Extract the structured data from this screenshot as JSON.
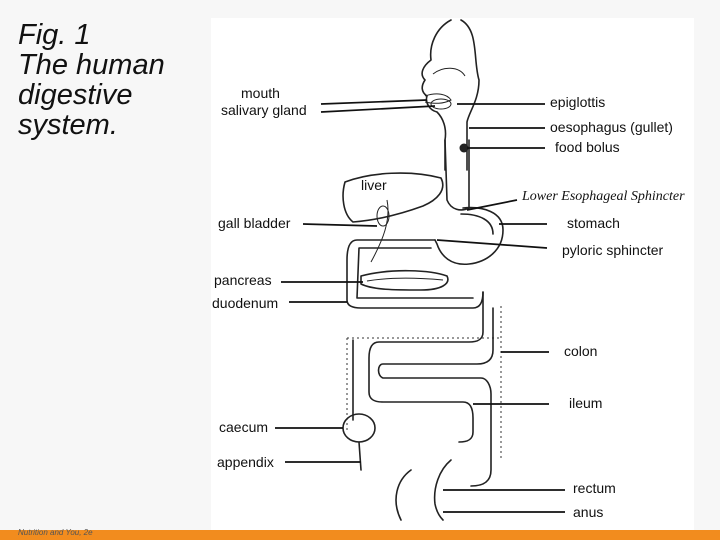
{
  "title_lines": [
    "Fig. 1",
    "The human",
    "digestive",
    "system."
  ],
  "footer": {
    "left": "Nutrition and You, 2e",
    "right": ""
  },
  "colors": {
    "accent_bar": "#f28c1e",
    "panel": "#ffffff",
    "background": "#f7f7f7"
  },
  "labels": {
    "mouth": "mouth",
    "salivary_gland": "salivary gland",
    "epiglottis": "epiglottis",
    "oesophagus": "oesophagus (gullet)",
    "food_bolus": "food bolus",
    "liver": "liver",
    "les": "Lower Esophageal Sphincter",
    "gall_bladder": "gall bladder",
    "stomach": "stomach",
    "pyloric_sphincter": "pyloric sphincter",
    "pancreas": "pancreas",
    "duodenum": "duodenum",
    "colon": "colon",
    "ileum": "ileum",
    "caecum": "caecum",
    "appendix": "appendix",
    "rectum": "rectum",
    "anus": "anus"
  }
}
